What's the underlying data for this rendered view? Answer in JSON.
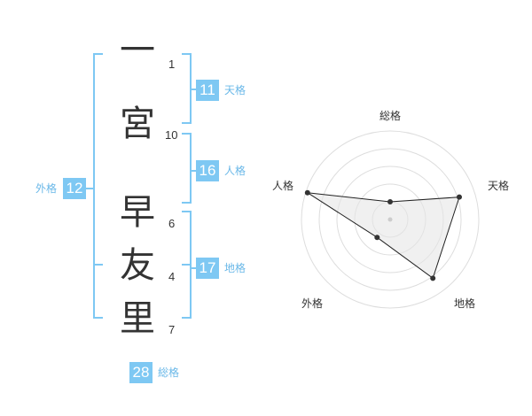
{
  "characters": [
    {
      "char": "一",
      "strokes": "1"
    },
    {
      "char": "宮",
      "strokes": "10"
    },
    {
      "char": "早",
      "strokes": "6"
    },
    {
      "char": "友",
      "strokes": "4"
    },
    {
      "char": "里",
      "strokes": "7"
    }
  ],
  "fortunes": {
    "tenkaku": {
      "label": "天格",
      "value": "11"
    },
    "jinkaku": {
      "label": "人格",
      "value": "16"
    },
    "chikaku": {
      "label": "地格",
      "value": "17"
    },
    "gaikaku": {
      "label": "外格",
      "value": "12"
    },
    "soukaku": {
      "label": "総格",
      "value": "28"
    }
  },
  "colors": {
    "accent": "#7ec8f3",
    "accent_text": "#6ab8e8",
    "text": "#333333",
    "radar_fill": "#e6e6e6",
    "radar_ring": "#dddddd"
  },
  "chart_data": {
    "type": "radar",
    "axes": [
      "総格",
      "天格",
      "地格",
      "外格",
      "人格"
    ],
    "values": [
      0.2,
      0.82,
      0.82,
      0.25,
      0.98
    ],
    "range": [
      0,
      1
    ],
    "rings": 5
  }
}
